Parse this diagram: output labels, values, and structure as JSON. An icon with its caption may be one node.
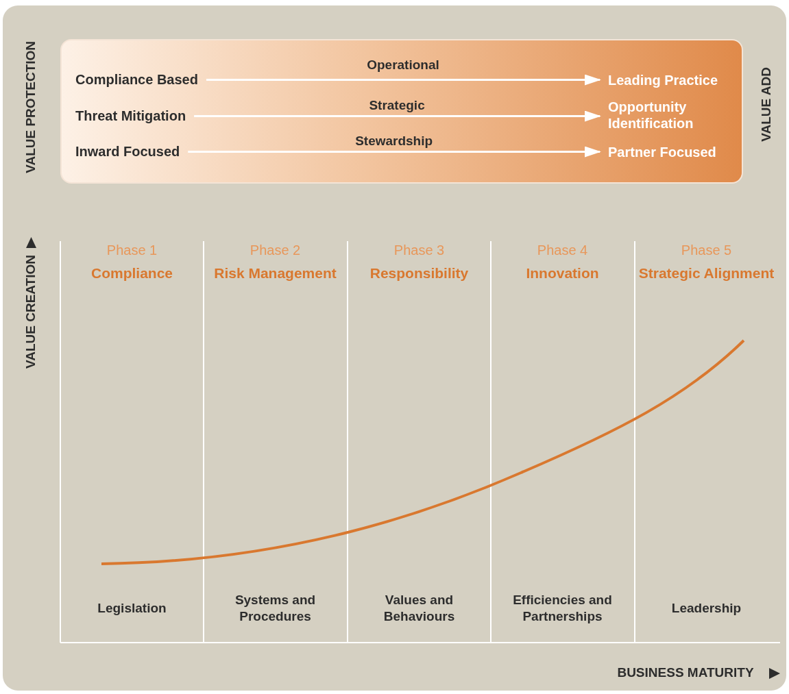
{
  "diagram": {
    "nodes": [
      {
        "text": [],
        "shape": "box"
      },
      {
        "text": [
          "Compliance Based"
        ],
        "in": 0
      },
      {
        "text": [
          "Threat Mitigation"
        ],
        "in": 0
      },
      {
        "text": [
          "Inward Focused"
        ],
        "in": 0
      },
      {
        "text": [
          "Leading Practice"
        ],
        "in": 0
      },
      {
        "text": [
          "Opportunity Identification"
        ],
        "in": 0
      },
      {
        "text": [
          "Partner Focused"
        ],
        "in": 0
      }
    ],
    "edges": [
      {
        "from": 1,
        "to": 4,
        "arrow": "to",
        "label": "Operational"
      },
      {
        "from": 2,
        "to": 5,
        "arrow": "to",
        "label": "Strategic"
      },
      {
        "from": 3,
        "to": 6,
        "arrow": "to",
        "label": "Stewardship"
      }
    ],
    "labels": [
      "VALUE PROTECTION",
      "VALUE ADD",
      "VALUE CREATION",
      "Phase 1",
      "Compliance",
      "Phase 2",
      "Risk Management",
      "Phase 3",
      "Responsibility",
      "Phase 4",
      "Innovation",
      "Phase 5",
      "Strategic Alignment",
      "Legislation",
      "Systems and Procedures",
      "Values and Behaviours",
      "Efficiencies and Partnerships",
      "Leadership",
      "BUSINESS MATURITY"
    ]
  }
}
